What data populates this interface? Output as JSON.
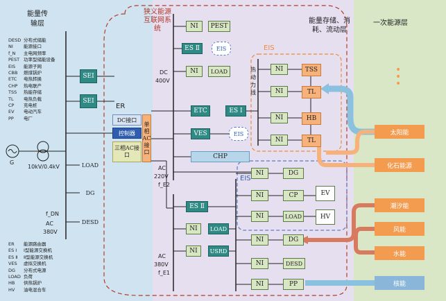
{
  "colors": {
    "left_zone": "#cfe3f0",
    "middle_zone": "#e6dff0",
    "right_zone": "#d9e7c7",
    "accent_orange": "#f39b4f",
    "accent_blue": "#8ab7d9",
    "dashed_red": "#b33a2a",
    "dashed_blue": "#5c7cc8",
    "dashed_orange": "#ee8a3a"
  },
  "headers": {
    "left": "能量传输层",
    "middle": "狭义能源互联网系统",
    "storage": "能量存储、消耗、流动层",
    "primary": "一次能源层"
  },
  "legend_top": [
    {
      "abbr": "DESD",
      "desc": "分布式储能"
    },
    {
      "abbr": "NI",
      "desc": "能源接口"
    },
    {
      "abbr": "f_N",
      "desc": "主电网频率"
    },
    {
      "abbr": "PEST",
      "desc": "功率型储能设备"
    },
    {
      "abbr": "EIS",
      "desc": "能源子网"
    },
    {
      "abbr": "CBB",
      "desc": "燃煤锅炉"
    },
    {
      "abbr": "ETC",
      "desc": "电热转换"
    },
    {
      "abbr": "CHP",
      "desc": "热电联产"
    },
    {
      "abbr": "TSS",
      "desc": "热能存储"
    },
    {
      "abbr": "TL",
      "desc": "电热负载"
    },
    {
      "abbr": "CP",
      "desc": "充电桩"
    },
    {
      "abbr": "EV",
      "desc": "电动汽车"
    },
    {
      "abbr": "PP",
      "desc": "电厂"
    }
  ],
  "legend_bottom": [
    {
      "abbr": "ER",
      "desc": "能源路由器"
    },
    {
      "abbr": "ES Ⅰ",
      "desc": "Ⅰ型能源交换机"
    },
    {
      "abbr": "ES Ⅱ",
      "desc": "Ⅱ型能源交换机"
    },
    {
      "abbr": "VES",
      "desc": "虚拟交换机"
    },
    {
      "abbr": "DG",
      "desc": "分布式电源"
    },
    {
      "abbr": "LOAD",
      "desc": "负荷"
    },
    {
      "abbr": "HB",
      "desc": "供热锅炉"
    },
    {
      "abbr": "HV",
      "desc": "油电混合车"
    }
  ],
  "left_bus": {
    "sei_top": "SEI",
    "sei_bottom": "SEI",
    "transformer_label": "10kV/0.4kV",
    "g_label": "G",
    "load": "LOAD",
    "dg": "DG",
    "desd": "DESD",
    "fdn": "f_DN",
    "ac": "AC",
    "v380": "380V"
  },
  "router": {
    "er": "ER",
    "dc_port": "DC接口",
    "controller": "控制器",
    "three_phase": "三相AC接口",
    "single_phase": "单相AC接口"
  },
  "dc_bus": {
    "label": "DC",
    "voltage": "400V",
    "ni1": "NI",
    "pest": "PEST",
    "es2": "ES Ⅱ",
    "eis": "EIS",
    "ni2": "NI",
    "load": "LOAD"
  },
  "heat": {
    "title": "EIS",
    "bus": "热动力线",
    "etc": "ETC",
    "es1": "ES Ⅰ",
    "ves": "VES",
    "eis_small": "EIS",
    "ni_a": "NI",
    "tss": "TSS",
    "ni_b": "NI",
    "tl1": "TL",
    "ni_c": "NI",
    "hb": "HB",
    "ni_d": "NI",
    "tl2": "TL",
    "chp": "CHP"
  },
  "ac220": {
    "ac": "AC",
    "v": "220V",
    "f": "f_E2"
  },
  "eis_lower": {
    "title": "EIS",
    "ni1": "NI",
    "dg": "DG",
    "ni2": "NI",
    "cp": "CP",
    "ev": "EV",
    "ni3": "NI",
    "load": "LOAD",
    "hv": "HV"
  },
  "ac380": {
    "es2": "ES Ⅱ",
    "ni_load": "NI",
    "load": "LOAD",
    "ni_usrd": "NI",
    "usrd": "USRD",
    "ac": "AC",
    "v": "380V",
    "f": "f_E1",
    "ni_dg": "NI",
    "dg": "DG",
    "ni_desd": "NI",
    "desd": "DESD",
    "ni_pp": "NI",
    "pp": "PP"
  },
  "primary_sources": [
    {
      "label": "太阳能",
      "style": "orange"
    },
    {
      "label": "化石能源",
      "style": "orange"
    },
    {
      "label": "潮汐能",
      "style": "orange"
    },
    {
      "label": "风能",
      "style": "orange"
    },
    {
      "label": "水能",
      "style": "orange"
    },
    {
      "label": "核能",
      "style": "blue"
    }
  ]
}
